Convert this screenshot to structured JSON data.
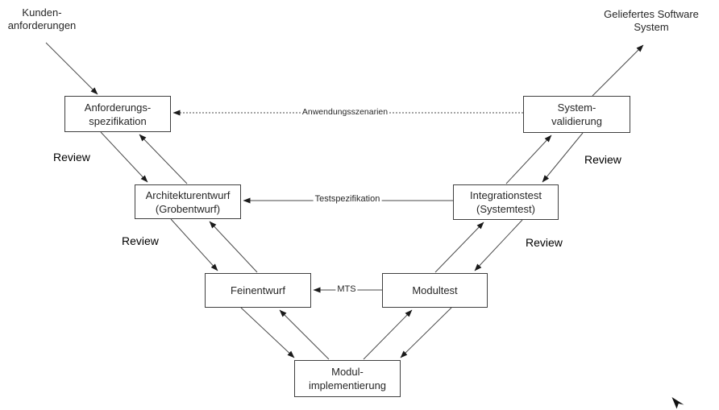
{
  "diagram": {
    "external": {
      "kunden": {
        "line1": "Kunden-",
        "line2": "anforderungen"
      },
      "geliefert": {
        "line1": "Geliefertes Software",
        "line2": "System"
      }
    },
    "boxes": {
      "anforderung": {
        "line1": "Anforderungs-",
        "line2": "spezifikation"
      },
      "architektur": {
        "line1": "Architekturentwurf",
        "line2": "(Grobentwurf)"
      },
      "feinentwurf": {
        "line1": "Feinentwurf",
        "line2": ""
      },
      "modulimpl": {
        "line1": "Modul-",
        "line2": "implementierung"
      },
      "modultest": {
        "line1": "Modultest",
        "line2": ""
      },
      "integrationstest": {
        "line1": "Integrationstest",
        "line2": "(Systemtest)"
      },
      "systemvalidierung": {
        "line1": "System-",
        "line2": "validierung"
      }
    },
    "connectors": {
      "anwendungsszenarien": "Anwendungsszenarien",
      "testspezifikation": "Testspezifikation",
      "mts": "MTS"
    },
    "review": "Review",
    "colors": {
      "line": "#4a4a4a",
      "arrowhead": "#1a1a1a",
      "box_border": "#3f3f3f",
      "text": "#262626",
      "background": "#ffffff"
    }
  }
}
